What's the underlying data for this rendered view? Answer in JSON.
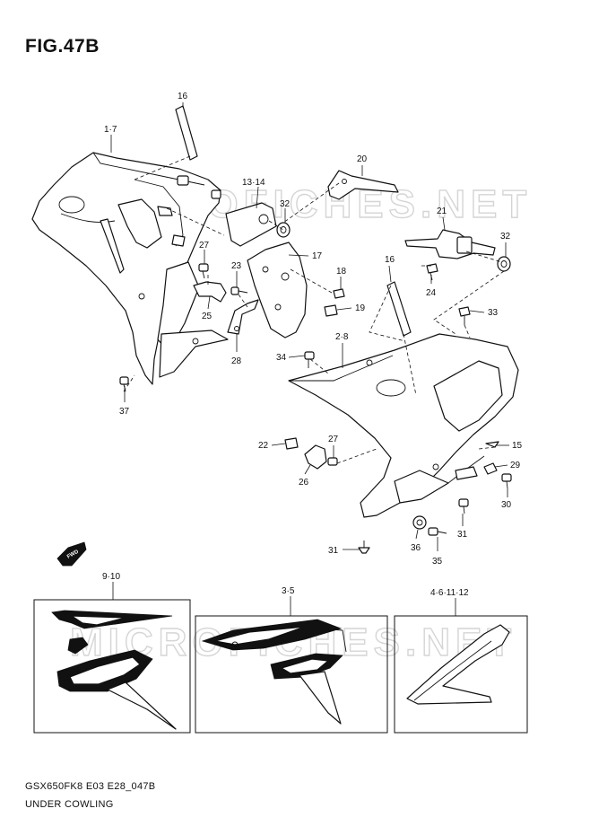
{
  "figure": {
    "title": "FIG.47B",
    "code": "GSX650FK8 E03 E28_047B",
    "name": "UNDER COWLING"
  },
  "watermark": "MICROFICHES.NET",
  "direction_badge": "FWD",
  "callouts": [
    {
      "id": "c16a",
      "label": "16"
    },
    {
      "id": "c1_7",
      "label": "1·7"
    },
    {
      "id": "c20",
      "label": "20"
    },
    {
      "id": "c13_14",
      "label": "13·14"
    },
    {
      "id": "c32a",
      "label": "32"
    },
    {
      "id": "c21",
      "label": "21"
    },
    {
      "id": "c32b",
      "label": "32"
    },
    {
      "id": "c27a",
      "label": "27"
    },
    {
      "id": "c17",
      "label": "17"
    },
    {
      "id": "c23",
      "label": "23"
    },
    {
      "id": "c18",
      "label": "18"
    },
    {
      "id": "c24",
      "label": "24"
    },
    {
      "id": "c16b",
      "label": "16"
    },
    {
      "id": "c19",
      "label": "19"
    },
    {
      "id": "c25",
      "label": "25"
    },
    {
      "id": "c33",
      "label": "33"
    },
    {
      "id": "c2_8",
      "label": "2·8"
    },
    {
      "id": "c34",
      "label": "34"
    },
    {
      "id": "c28",
      "label": "28"
    },
    {
      "id": "c37",
      "label": "37"
    },
    {
      "id": "c22",
      "label": "22"
    },
    {
      "id": "c27b",
      "label": "27"
    },
    {
      "id": "c15",
      "label": "15"
    },
    {
      "id": "c26",
      "label": "26"
    },
    {
      "id": "c29",
      "label": "29"
    },
    {
      "id": "c30",
      "label": "30"
    },
    {
      "id": "c31a",
      "label": "31"
    },
    {
      "id": "c31b",
      "label": "31"
    },
    {
      "id": "c36",
      "label": "36"
    },
    {
      "id": "c35",
      "label": "35"
    },
    {
      "id": "c9_10",
      "label": "9·10"
    },
    {
      "id": "c3_5",
      "label": "3·5"
    },
    {
      "id": "c4_6_11_12",
      "label": "4·6·11·12"
    }
  ]
}
